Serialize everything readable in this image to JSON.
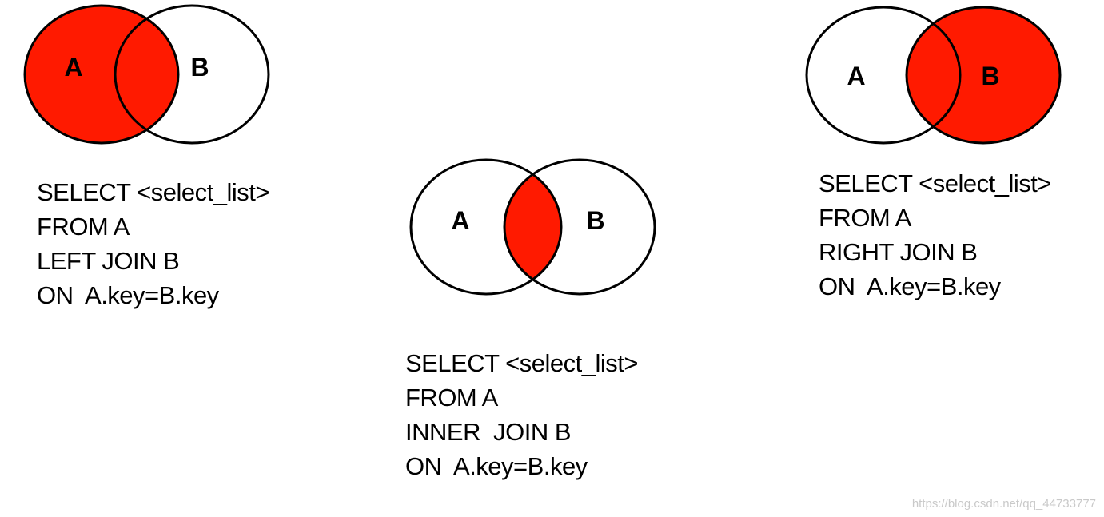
{
  "colors": {
    "highlight": "#ff1a00",
    "outline": "#000000",
    "background": "#ffffff",
    "watermark": "#c9c9c9"
  },
  "diagrams": {
    "left_join": {
      "set_a": "A",
      "set_b": "B",
      "highlighted_region": "A",
      "sql": [
        "SELECT <select_list>",
        "FROM A",
        "LEFT JOIN B",
        "ON  A.key=B.key"
      ]
    },
    "inner_join": {
      "set_a": "A",
      "set_b": "B",
      "highlighted_region": "A∩B",
      "sql": [
        "SELECT <select_list>",
        "FROM A",
        "INNER  JOIN B",
        "ON  A.key=B.key"
      ]
    },
    "right_join": {
      "set_a": "A",
      "set_b": "B",
      "highlighted_region": "B",
      "sql": [
        "SELECT <select_list>",
        "FROM A",
        "RIGHT JOIN B",
        "ON  A.key=B.key"
      ]
    }
  },
  "watermark": "https://blog.csdn.net/qq_44733777"
}
